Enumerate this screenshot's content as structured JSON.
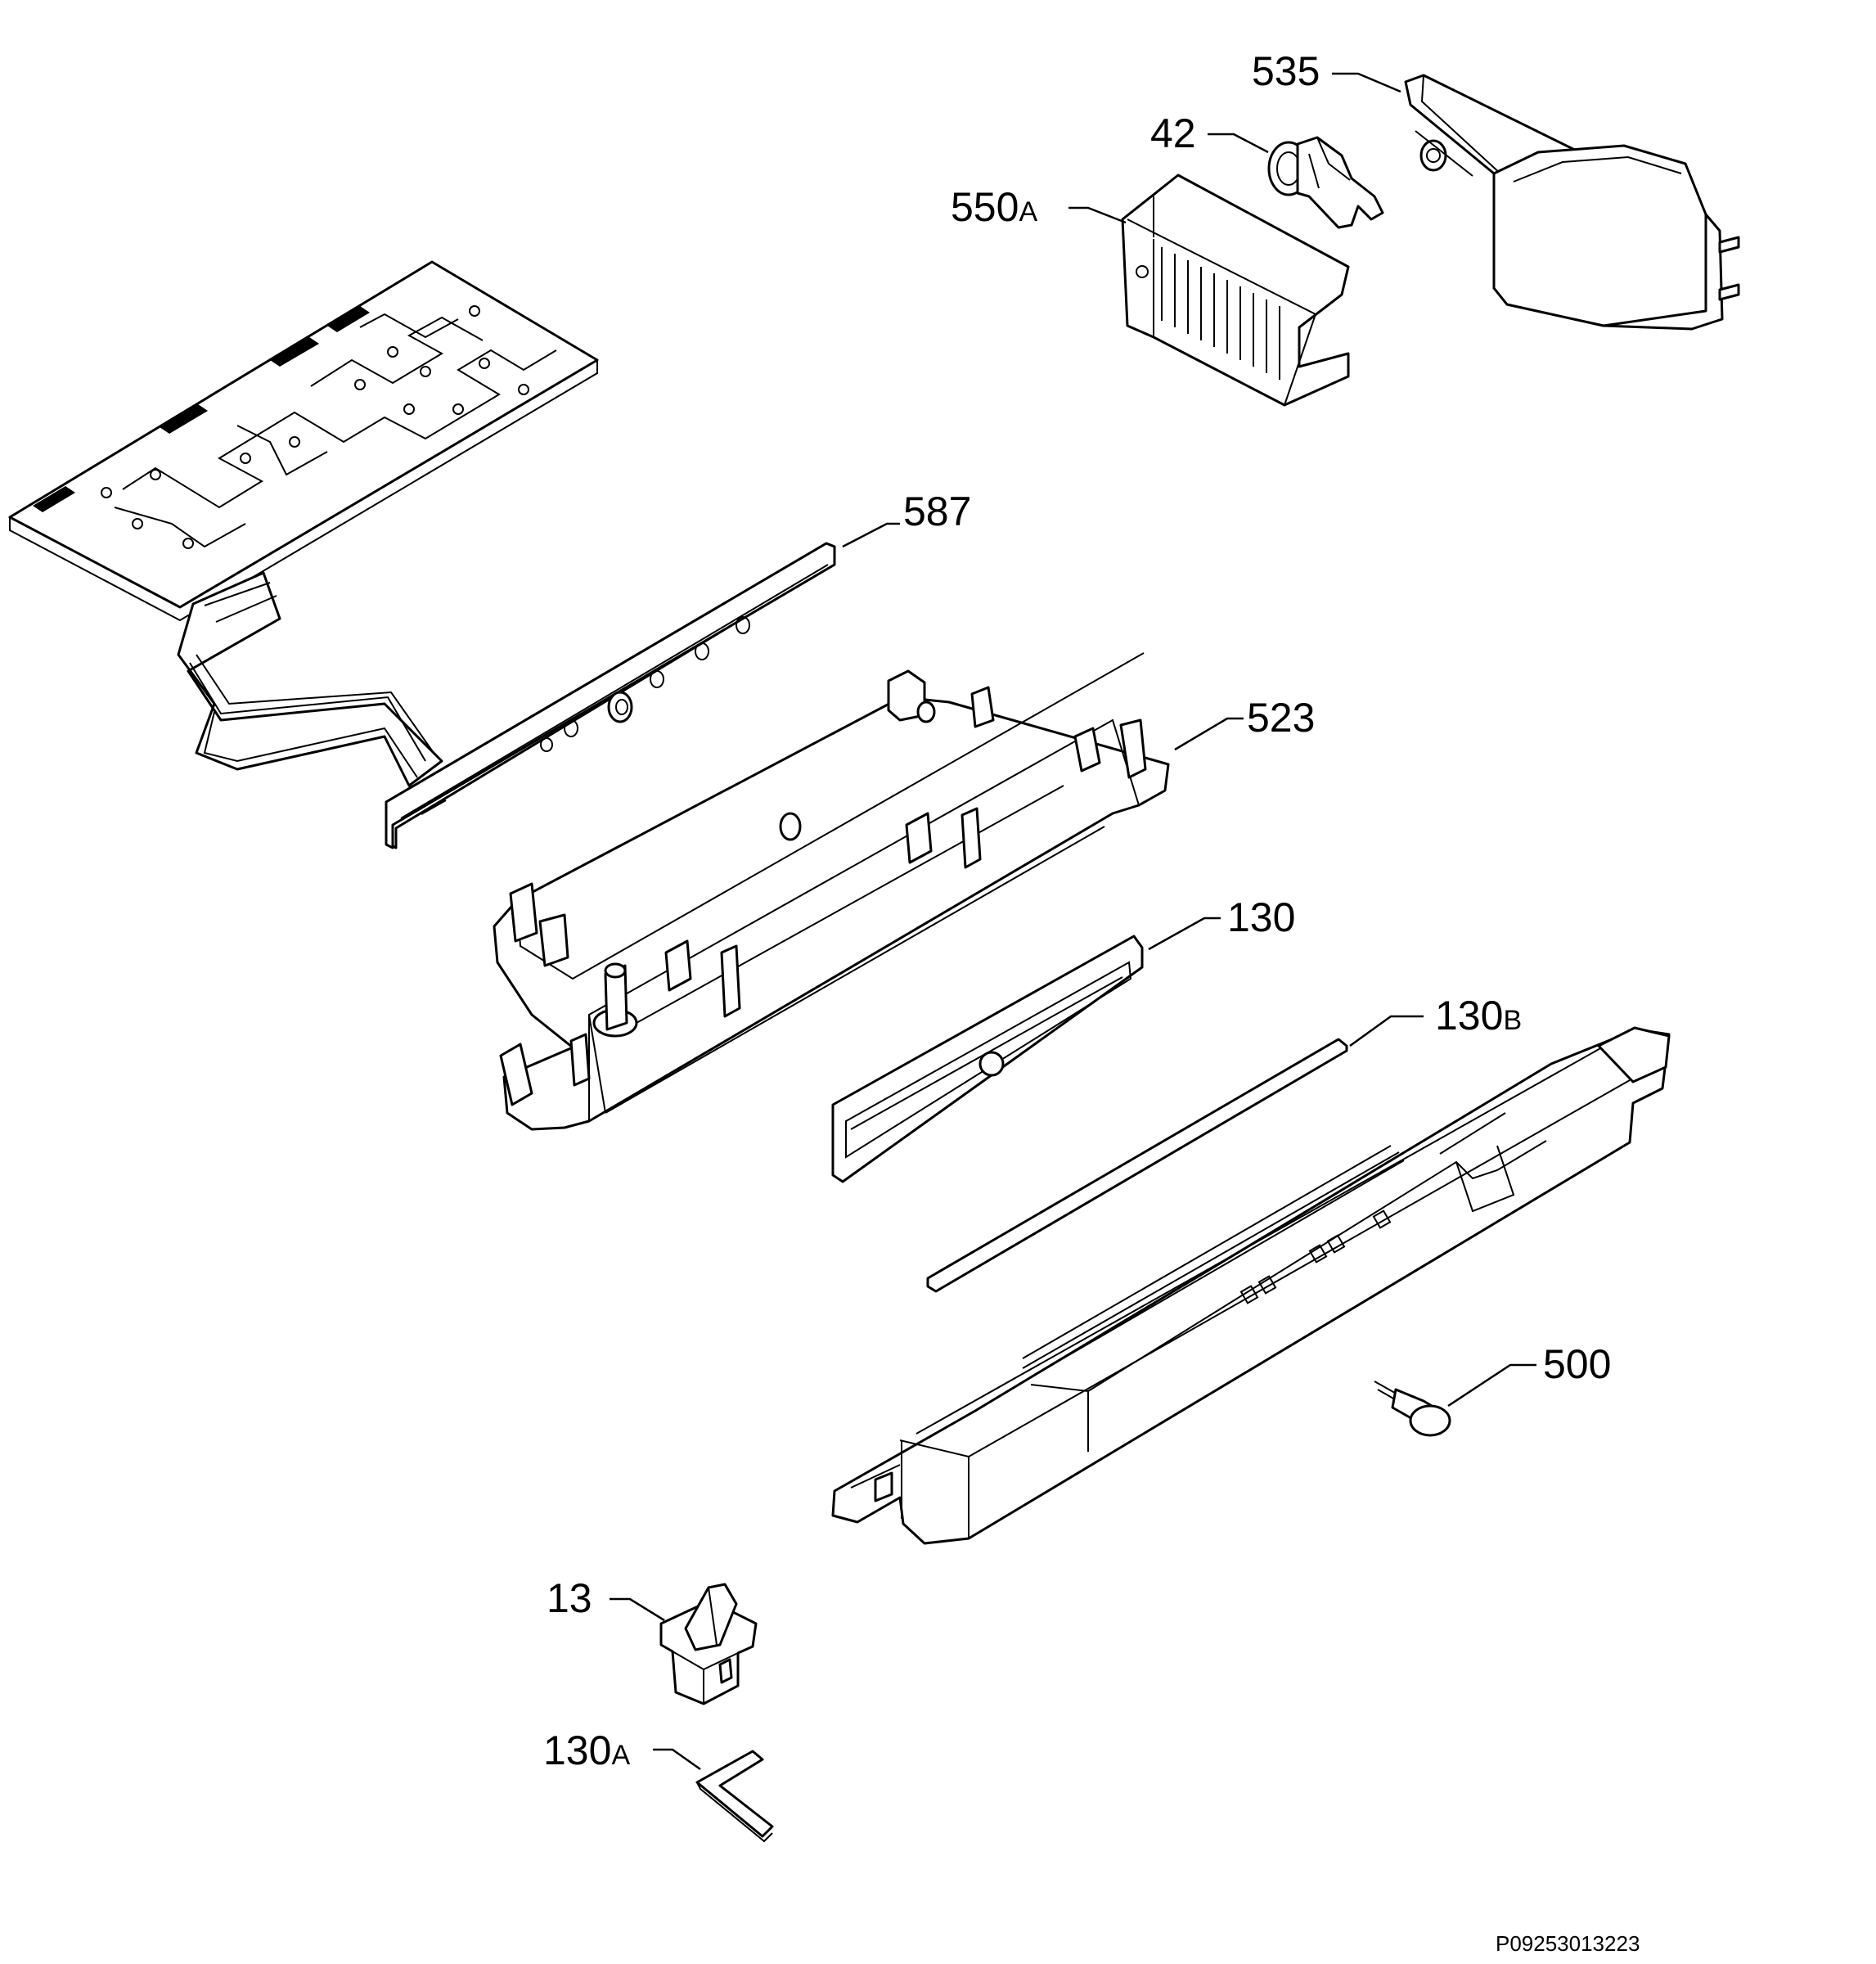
{
  "diagram": {
    "labels": [
      {
        "id": "535",
        "text": "535"
      },
      {
        "id": "42",
        "text": "42"
      },
      {
        "id": "550A",
        "text": "550",
        "suffix": "A"
      },
      {
        "id": "587",
        "text": "587"
      },
      {
        "id": "523",
        "text": "523"
      },
      {
        "id": "130",
        "text": "130"
      },
      {
        "id": "130B",
        "text": "130",
        "suffix": "B"
      },
      {
        "id": "500",
        "text": "500"
      },
      {
        "id": "13",
        "text": "13"
      },
      {
        "id": "130A",
        "text": "130",
        "suffix": "A"
      }
    ],
    "drawing_code": "P09253013223"
  }
}
